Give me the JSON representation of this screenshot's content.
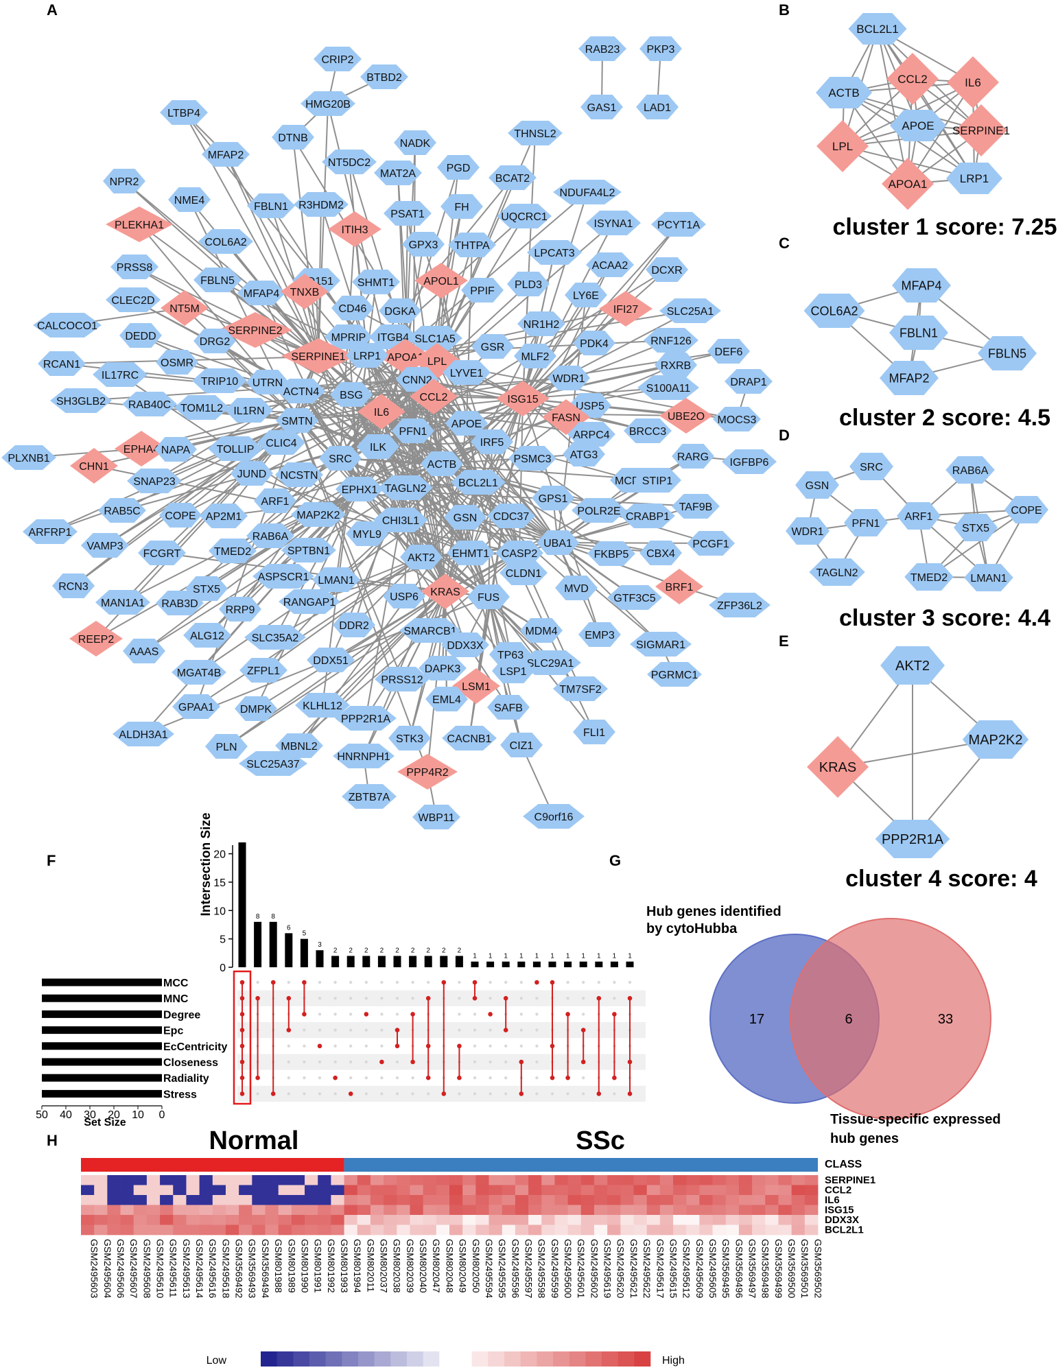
{
  "colors": {
    "hex_node": "#9dc8f3",
    "diamond_node": "#f59b95",
    "edge": "#8f8f8f",
    "bar": "#000000",
    "dot": "#d32020",
    "venn_left": "#5c6fc4",
    "venn_right": "#e06f6f",
    "normal_bar": "#e52324",
    "ssc_bar": "#3b7fc0",
    "heat_low": "#1a1a8c",
    "heat_high": "#d63a3a"
  },
  "panels": {
    "A": "A",
    "B": "B",
    "C": "C",
    "D": "D",
    "E": "E",
    "F": "F",
    "G": "G",
    "H": "H"
  },
  "network": {
    "nodes": [
      {
        "id": "RAB23",
        "shape": "hex"
      },
      {
        "id": "PKP3",
        "shape": "hex"
      },
      {
        "id": "GAS1",
        "shape": "hex"
      },
      {
        "id": "LAD1",
        "shape": "hex"
      },
      {
        "id": "CRIP2",
        "shape": "hex"
      },
      {
        "id": "BTBD2",
        "shape": "hex"
      },
      {
        "id": "HMG20B",
        "shape": "hex"
      },
      {
        "id": "LTBP4",
        "shape": "hex"
      },
      {
        "id": "DTNB",
        "shape": "hex"
      },
      {
        "id": "NADK",
        "shape": "hex"
      },
      {
        "id": "THNSL2",
        "shape": "hex"
      },
      {
        "id": "MFAP2",
        "shape": "hex"
      },
      {
        "id": "NT5DC2",
        "shape": "hex"
      },
      {
        "id": "PGD",
        "shape": "hex"
      },
      {
        "id": "MAT2A",
        "shape": "hex"
      },
      {
        "id": "BCAT2",
        "shape": "hex"
      },
      {
        "id": "NDUFA4L2",
        "shape": "hex"
      },
      {
        "id": "NPR2",
        "shape": "hex"
      },
      {
        "id": "NME4",
        "shape": "hex"
      },
      {
        "id": "FBLN1",
        "shape": "hex"
      },
      {
        "id": "R3HDM2",
        "shape": "hex"
      },
      {
        "id": "FH",
        "shape": "hex"
      },
      {
        "id": "UQCRC1",
        "shape": "hex"
      },
      {
        "id": "ISYNA1",
        "shape": "hex"
      },
      {
        "id": "PCYT1A",
        "shape": "hex"
      },
      {
        "id": "PLEKHA1",
        "shape": "diamond"
      },
      {
        "id": "ITIH3",
        "shape": "diamond"
      },
      {
        "id": "PSAT1",
        "shape": "hex"
      },
      {
        "id": "COL6A2",
        "shape": "hex"
      },
      {
        "id": "GPX3",
        "shape": "hex"
      },
      {
        "id": "THTPA",
        "shape": "hex"
      },
      {
        "id": "LPCAT3",
        "shape": "hex"
      },
      {
        "id": "ACAA2",
        "shape": "hex"
      },
      {
        "id": "DCXR",
        "shape": "hex"
      },
      {
        "id": "FBLN5",
        "shape": "hex"
      },
      {
        "id": "CD151",
        "shape": "hex"
      },
      {
        "id": "SHMT1",
        "shape": "hex"
      },
      {
        "id": "PRSS8",
        "shape": "hex"
      },
      {
        "id": "MFAP4",
        "shape": "hex"
      },
      {
        "id": "TNXB",
        "shape": "diamond"
      },
      {
        "id": "CD46",
        "shape": "hex"
      },
      {
        "id": "DGKA",
        "shape": "hex"
      },
      {
        "id": "APOL1",
        "shape": "diamond"
      },
      {
        "id": "PPIF",
        "shape": "hex"
      },
      {
        "id": "PLD3",
        "shape": "hex"
      },
      {
        "id": "LY6E",
        "shape": "hex"
      },
      {
        "id": "IFI27",
        "shape": "diamond"
      },
      {
        "id": "SLC25A1",
        "shape": "hex"
      },
      {
        "id": "CLEC2D",
        "shape": "hex"
      },
      {
        "id": "NT5M",
        "shape": "diamond"
      },
      {
        "id": "SERPINE2",
        "shape": "diamond"
      },
      {
        "id": "MPRIP",
        "shape": "hex"
      },
      {
        "id": "ITGB4",
        "shape": "hex"
      },
      {
        "id": "SLC1A5",
        "shape": "hex"
      },
      {
        "id": "NR1H2",
        "shape": "hex"
      },
      {
        "id": "RNF126",
        "shape": "hex"
      },
      {
        "id": "CALCOCO1",
        "shape": "hex"
      },
      {
        "id": "DEDD",
        "shape": "hex"
      },
      {
        "id": "DRG2",
        "shape": "hex"
      },
      {
        "id": "APOA1",
        "shape": "diamond"
      },
      {
        "id": "GSR",
        "shape": "hex"
      },
      {
        "id": "PDK4",
        "shape": "hex"
      },
      {
        "id": "RXRB",
        "shape": "hex"
      },
      {
        "id": "DEF6",
        "shape": "hex"
      },
      {
        "id": "RCAN1",
        "shape": "hex"
      },
      {
        "id": "OSMR",
        "shape": "hex"
      },
      {
        "id": "SERPINE1",
        "shape": "diamond"
      },
      {
        "id": "LRP1",
        "shape": "hex"
      },
      {
        "id": "LPL",
        "shape": "diamond"
      },
      {
        "id": "MLF2",
        "shape": "hex"
      },
      {
        "id": "IL17RC",
        "shape": "hex"
      },
      {
        "id": "TRIP10",
        "shape": "hex"
      },
      {
        "id": "UTRN",
        "shape": "hex"
      },
      {
        "id": "CNN2",
        "shape": "hex"
      },
      {
        "id": "LYVE1",
        "shape": "hex"
      },
      {
        "id": "WDR1",
        "shape": "hex"
      },
      {
        "id": "S100A11",
        "shape": "hex"
      },
      {
        "id": "DRAP1",
        "shape": "hex"
      },
      {
        "id": "SH3GLB2",
        "shape": "hex"
      },
      {
        "id": "RAB40C",
        "shape": "hex"
      },
      {
        "id": "TOM1L2",
        "shape": "hex"
      },
      {
        "id": "ACTN4",
        "shape": "hex"
      },
      {
        "id": "BSG",
        "shape": "hex"
      },
      {
        "id": "CCL2",
        "shape": "diamond"
      },
      {
        "id": "ISG15",
        "shape": "diamond"
      },
      {
        "id": "USP5",
        "shape": "hex"
      },
      {
        "id": "IL1RN",
        "shape": "hex"
      },
      {
        "id": "IL6",
        "shape": "diamond"
      },
      {
        "id": "FASN",
        "shape": "diamond"
      },
      {
        "id": "UBE2O",
        "shape": "diamond"
      },
      {
        "id": "MOCS3",
        "shape": "hex"
      },
      {
        "id": "SMTN",
        "shape": "hex"
      },
      {
        "id": "PFN1",
        "shape": "hex"
      },
      {
        "id": "APOE",
        "shape": "hex"
      },
      {
        "id": "ARPC4",
        "shape": "hex"
      },
      {
        "id": "BRCC3",
        "shape": "hex"
      },
      {
        "id": "PLXNB1",
        "shape": "hex"
      },
      {
        "id": "EPHA4",
        "shape": "diamond"
      },
      {
        "id": "NAPA",
        "shape": "hex"
      },
      {
        "id": "TOLLIP",
        "shape": "hex"
      },
      {
        "id": "CLIC4",
        "shape": "hex"
      },
      {
        "id": "ILK",
        "shape": "hex"
      },
      {
        "id": "IRF5",
        "shape": "hex"
      },
      {
        "id": "ATG3",
        "shape": "hex"
      },
      {
        "id": "CHN1",
        "shape": "diamond"
      },
      {
        "id": "SRC",
        "shape": "hex"
      },
      {
        "id": "ACTB",
        "shape": "hex"
      },
      {
        "id": "PSMC3",
        "shape": "hex"
      },
      {
        "id": "RARG",
        "shape": "hex"
      },
      {
        "id": "IGFBP6",
        "shape": "hex"
      },
      {
        "id": "JUND",
        "shape": "hex"
      },
      {
        "id": "NCSTN",
        "shape": "hex"
      },
      {
        "id": "TAGLN2",
        "shape": "hex"
      },
      {
        "id": "BCL2L1",
        "shape": "hex"
      },
      {
        "id": "MCRS1",
        "shape": "hex"
      },
      {
        "id": "STIP1",
        "shape": "hex"
      },
      {
        "id": "SNAP23",
        "shape": "hex"
      },
      {
        "id": "EPHX1",
        "shape": "hex"
      },
      {
        "id": "GPS1",
        "shape": "hex"
      },
      {
        "id": "TAF9B",
        "shape": "hex"
      },
      {
        "id": "RAB5C",
        "shape": "hex"
      },
      {
        "id": "ARF1",
        "shape": "hex"
      },
      {
        "id": "CHI3L1",
        "shape": "hex"
      },
      {
        "id": "POLR2E",
        "shape": "hex"
      },
      {
        "id": "CRABP1",
        "shape": "hex"
      },
      {
        "id": "COPE",
        "shape": "hex"
      },
      {
        "id": "AP2M1",
        "shape": "hex"
      },
      {
        "id": "MAP2K2",
        "shape": "hex"
      },
      {
        "id": "MYL9",
        "shape": "hex"
      },
      {
        "id": "GSN",
        "shape": "hex"
      },
      {
        "id": "CDC37",
        "shape": "hex"
      },
      {
        "id": "ARFRP1",
        "shape": "hex"
      },
      {
        "id": "VAMP3",
        "shape": "hex"
      },
      {
        "id": "FCGRT",
        "shape": "hex"
      },
      {
        "id": "TMED2",
        "shape": "hex"
      },
      {
        "id": "RAB6A",
        "shape": "hex"
      },
      {
        "id": "SPTBN1",
        "shape": "hex"
      },
      {
        "id": "AKT2",
        "shape": "hex"
      },
      {
        "id": "EHMT1",
        "shape": "hex"
      },
      {
        "id": "CASP2",
        "shape": "hex"
      },
      {
        "id": "UBA1",
        "shape": "hex"
      },
      {
        "id": "FKBP5",
        "shape": "hex"
      },
      {
        "id": "CBX4",
        "shape": "hex"
      },
      {
        "id": "PCGF1",
        "shape": "hex"
      },
      {
        "id": "RCN3",
        "shape": "hex"
      },
      {
        "id": "STX5",
        "shape": "hex"
      },
      {
        "id": "ASPSCR1",
        "shape": "hex"
      },
      {
        "id": "LMAN1",
        "shape": "hex"
      },
      {
        "id": "CLDN1",
        "shape": "hex"
      },
      {
        "id": "BRF1",
        "shape": "diamond"
      },
      {
        "id": "MAN1A1",
        "shape": "hex"
      },
      {
        "id": "RAB3D",
        "shape": "hex"
      },
      {
        "id": "RRP9",
        "shape": "hex"
      },
      {
        "id": "RANGAP1",
        "shape": "hex"
      },
      {
        "id": "USP6",
        "shape": "hex"
      },
      {
        "id": "KRAS",
        "shape": "diamond"
      },
      {
        "id": "FUS",
        "shape": "hex"
      },
      {
        "id": "MVD",
        "shape": "hex"
      },
      {
        "id": "GTF3C5",
        "shape": "hex"
      },
      {
        "id": "ZFP36L2",
        "shape": "hex"
      },
      {
        "id": "REEP2",
        "shape": "diamond"
      },
      {
        "id": "AAAS",
        "shape": "hex"
      },
      {
        "id": "ALG12",
        "shape": "hex"
      },
      {
        "id": "SLC35A2",
        "shape": "hex"
      },
      {
        "id": "DDR2",
        "shape": "hex"
      },
      {
        "id": "SMARCB1",
        "shape": "hex"
      },
      {
        "id": "MDM4",
        "shape": "hex"
      },
      {
        "id": "EMP3",
        "shape": "hex"
      },
      {
        "id": "SIGMAR1",
        "shape": "hex"
      },
      {
        "id": "MGAT4B",
        "shape": "hex"
      },
      {
        "id": "ZFPL1",
        "shape": "hex"
      },
      {
        "id": "DDX51",
        "shape": "hex"
      },
      {
        "id": "DDX3X",
        "shape": "hex"
      },
      {
        "id": "TP63",
        "shape": "hex"
      },
      {
        "id": "SLC29A1",
        "shape": "hex"
      },
      {
        "id": "PGRMC1",
        "shape": "hex"
      },
      {
        "id": "GPAA1",
        "shape": "hex"
      },
      {
        "id": "DAPK3",
        "shape": "hex"
      },
      {
        "id": "LSP1",
        "shape": "hex"
      },
      {
        "id": "PRSS12",
        "shape": "hex"
      },
      {
        "id": "LSM1",
        "shape": "diamond"
      },
      {
        "id": "TM7SF2",
        "shape": "hex"
      },
      {
        "id": "DMPK",
        "shape": "hex"
      },
      {
        "id": "KLHL12",
        "shape": "hex"
      },
      {
        "id": "EML4",
        "shape": "hex"
      },
      {
        "id": "SAFB",
        "shape": "hex"
      },
      {
        "id": "ALDH3A1",
        "shape": "hex"
      },
      {
        "id": "PPP2R1A",
        "shape": "hex"
      },
      {
        "id": "FLI1",
        "shape": "hex"
      },
      {
        "id": "PLN",
        "shape": "hex"
      },
      {
        "id": "MBNL2",
        "shape": "hex"
      },
      {
        "id": "STK3",
        "shape": "hex"
      },
      {
        "id": "CACNB1",
        "shape": "hex"
      },
      {
        "id": "CIZ1",
        "shape": "hex"
      },
      {
        "id": "SLC25A37",
        "shape": "hex"
      },
      {
        "id": "HNRNPH1",
        "shape": "hex"
      },
      {
        "id": "PPP4R2",
        "shape": "diamond"
      },
      {
        "id": "ZBTB7A",
        "shape": "hex"
      },
      {
        "id": "WBP11",
        "shape": "hex"
      },
      {
        "id": "C9orf16",
        "shape": "hex"
      }
    ]
  },
  "clusters": [
    {
      "panel": "B",
      "score_label": "cluster 1 score: 7.25",
      "nodes": [
        {
          "id": "BCL2L1",
          "shape": "hex"
        },
        {
          "id": "CCL2",
          "shape": "diamond"
        },
        {
          "id": "IL6",
          "shape": "diamond"
        },
        {
          "id": "ACTB",
          "shape": "hex"
        },
        {
          "id": "APOE",
          "shape": "hex"
        },
        {
          "id": "SERPINE1",
          "shape": "diamond"
        },
        {
          "id": "LPL",
          "shape": "diamond"
        },
        {
          "id": "APOA1",
          "shape": "diamond"
        },
        {
          "id": "LRP1",
          "shape": "hex"
        }
      ]
    },
    {
      "panel": "C",
      "score_label": "cluster 2 score: 4.5",
      "nodes": [
        {
          "id": "MFAP4",
          "shape": "hex"
        },
        {
          "id": "COL6A2",
          "shape": "hex"
        },
        {
          "id": "FBLN1",
          "shape": "hex"
        },
        {
          "id": "FBLN5",
          "shape": "hex"
        },
        {
          "id": "MFAP2",
          "shape": "hex"
        }
      ]
    },
    {
      "panel": "D",
      "score_label": "cluster 3 score: 4.4",
      "nodes": [
        {
          "id": "SRC",
          "shape": "hex"
        },
        {
          "id": "GSN",
          "shape": "hex"
        },
        {
          "id": "RAB6A",
          "shape": "hex"
        },
        {
          "id": "COPE",
          "shape": "hex"
        },
        {
          "id": "PFN1",
          "shape": "hex"
        },
        {
          "id": "ARF1",
          "shape": "hex"
        },
        {
          "id": "WDR1",
          "shape": "hex"
        },
        {
          "id": "STX5",
          "shape": "hex"
        },
        {
          "id": "TAGLN2",
          "shape": "hex"
        },
        {
          "id": "TMED2",
          "shape": "hex"
        },
        {
          "id": "LMAN1",
          "shape": "hex"
        }
      ]
    },
    {
      "panel": "E",
      "score_label": "cluster 4 score: 4",
      "nodes": [
        {
          "id": "AKT2",
          "shape": "hex"
        },
        {
          "id": "MAP2K2",
          "shape": "hex"
        },
        {
          "id": "KRAS",
          "shape": "diamond"
        },
        {
          "id": "PPP2R1A",
          "shape": "hex"
        }
      ]
    }
  ],
  "upset": {
    "ylabel": "Intersection Size",
    "yticks": [
      "0",
      "5",
      "10",
      "15",
      "20"
    ],
    "intersection_sizes": [
      22,
      8,
      8,
      6,
      5,
      3,
      2,
      2,
      2,
      2,
      2,
      2,
      2,
      2,
      2,
      1,
      1,
      1,
      1,
      1,
      1,
      1,
      1,
      1,
      1,
      1
    ],
    "bar_labels": [
      "",
      "8",
      "8",
      "6",
      "5",
      "3",
      "2",
      "2",
      "2",
      "2",
      "2",
      "2",
      "2",
      "2",
      "2",
      "1",
      "1",
      "1",
      "1",
      "1",
      "1",
      "1",
      "1",
      "1",
      "1",
      "1"
    ],
    "sets": [
      "MCC",
      "MNC",
      "Degree",
      "Epc",
      "EcCentricity",
      "Closeness",
      "Radiality",
      "Stress"
    ],
    "set_size_label": "Set Size",
    "set_size_ticks": [
      "50",
      "40",
      "30",
      "20",
      "10",
      "0"
    ],
    "set_sizes": [
      50,
      50,
      50,
      50,
      50,
      50,
      50,
      50
    ]
  },
  "venn": {
    "left_label_line1": "Hub genes identified",
    "left_label_line2": "by cytoHubba",
    "right_label_line1": "Tissue-specific expressed",
    "right_label_line2": "hub genes",
    "left_only": "17",
    "overlap": "6",
    "right_only": "33"
  },
  "heatmap": {
    "normal_label": "Normal",
    "ssc_label": "SSc",
    "class_label": "CLASS",
    "normal_count": 20,
    "genes": [
      "SERPINE1",
      "CCL2",
      "IL6",
      "ISG15",
      "DDX3X",
      "BCL2L1"
    ],
    "samples": [
      "GSM2495603",
      "GSM2495604",
      "GSM2495606",
      "GSM2495607",
      "GSM2495608",
      "GSM2495610",
      "GSM2495611",
      "GSM2495613",
      "GSM2495614",
      "GSM2495616",
      "GSM2495618",
      "GSM3569492",
      "GSM3569493",
      "GSM3569494",
      "GSM801988",
      "GSM801989",
      "GSM801990",
      "GSM801991",
      "GSM801992",
      "GSM801993",
      "GSM801994",
      "GSM802011",
      "GSM802037",
      "GSM802038",
      "GSM802039",
      "GSM802040",
      "GSM802047",
      "GSM802048",
      "GSM802049",
      "GSM802050",
      "GSM2495594",
      "GSM2495595",
      "GSM2495596",
      "GSM2495597",
      "GSM2495598",
      "GSM2495599",
      "GSM2495600",
      "GSM2495601",
      "GSM2495602",
      "GSM2495619",
      "GSM2495620",
      "GSM2495621",
      "GSM2495622",
      "GSM2495617",
      "GSM2495615",
      "GSM2495612",
      "GSM2495609",
      "GSM2495605",
      "GSM3569495",
      "GSM3569496",
      "GSM3569497",
      "GSM3569498",
      "GSM3569499",
      "GSM3569500",
      "GSM3569501",
      "GSM3569502"
    ],
    "legend_low": "Low",
    "legend_high": "High"
  }
}
